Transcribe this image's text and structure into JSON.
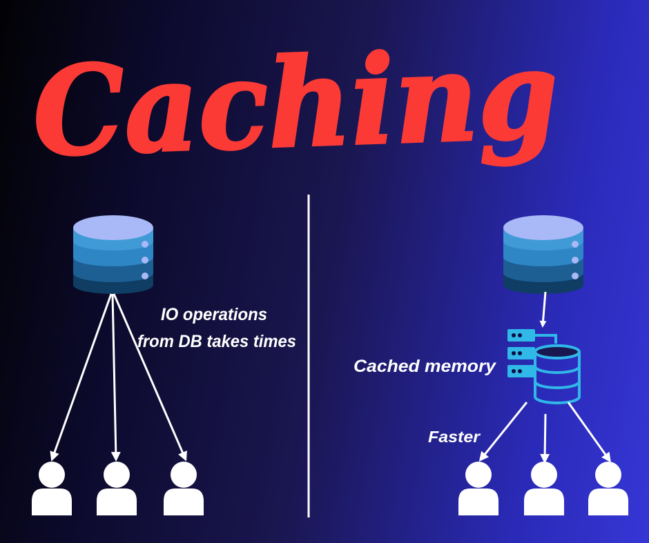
{
  "title": "Caching",
  "left_panel": {
    "note_line1": "IO operations",
    "note_line2": "from DB takes times"
  },
  "right_panel": {
    "cache_label": "Cached memory",
    "speed_label": "Faster"
  },
  "icons": {
    "database": "database-icon",
    "cache": "cache-server-icon",
    "user": "user-icon"
  },
  "colors": {
    "title": "#fb3a36",
    "db_top": "#a9b8f6",
    "db_mid": "#2f86c4",
    "db_dark": "#1d5f93",
    "db_base": "#0f3d63",
    "cache_accent": "#2fb8e8",
    "arrow": "#ffffff"
  }
}
